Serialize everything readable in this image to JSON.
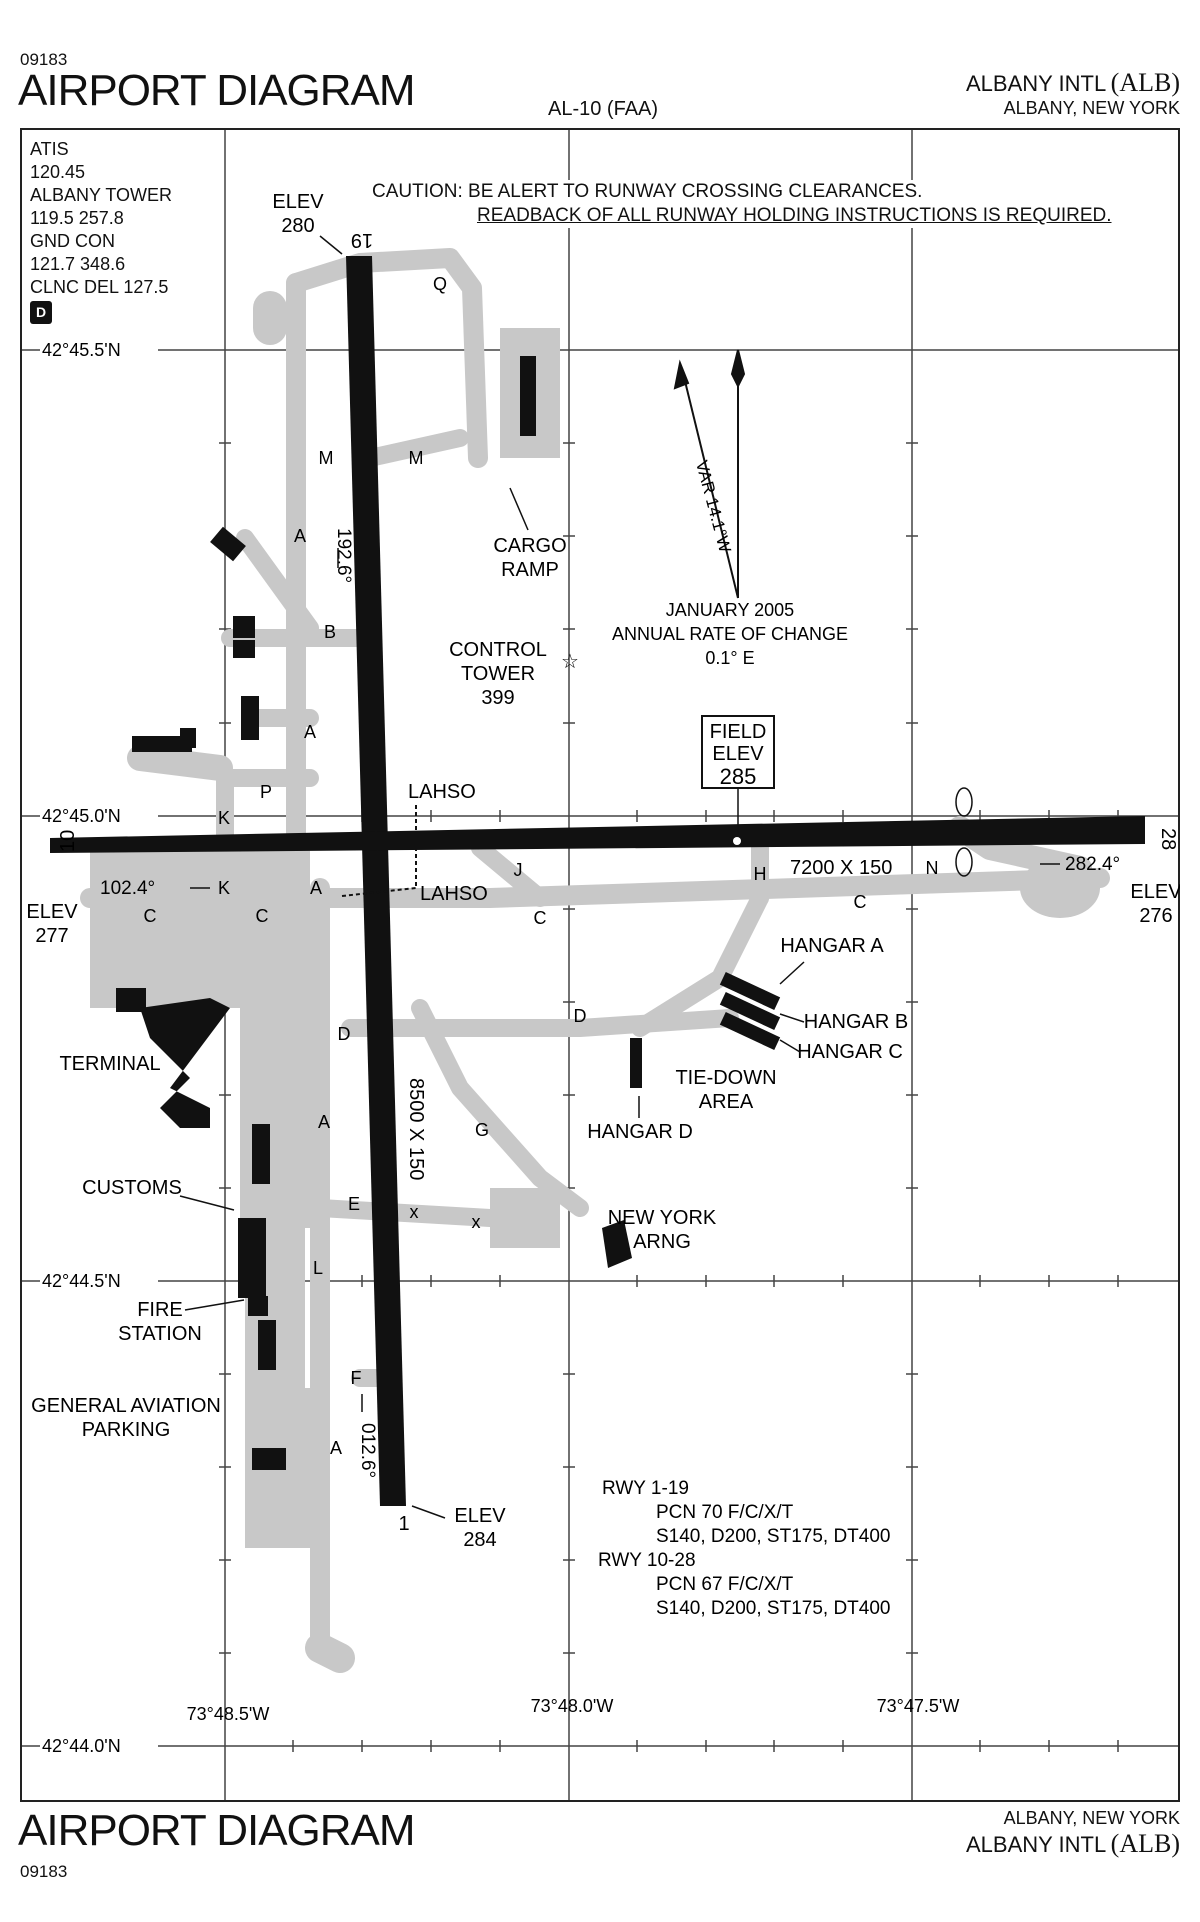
{
  "header": {
    "chart_code": "09183",
    "title": "AIRPORT DIAGRAM",
    "center_label": "AL-10 (FAA)",
    "airport_name": "ALBANY INTL",
    "airport_id": "(ALB)",
    "city": "ALBANY, NEW YORK"
  },
  "footer": {
    "title": "AIRPORT DIAGRAM",
    "chart_code": "09183",
    "city": "ALBANY, NEW YORK",
    "airport_name": "ALBANY INTL",
    "airport_id": "(ALB)"
  },
  "frequencies": {
    "atis_label": "ATIS",
    "atis_freq": "120.45",
    "tower_label": "ALBANY TOWER",
    "tower_freq": "119.5  257.8",
    "gnd_label": "GND CON",
    "gnd_freq": "121.7  348.6",
    "clnc": "CLNC DEL 127.5",
    "d_symbol": "D"
  },
  "caution": {
    "line1": "CAUTION: BE ALERT TO RUNWAY CROSSING CLEARANCES.",
    "line2": "READBACK OF ALL RUNWAY HOLDING INSTRUCTIONS IS REQUIRED."
  },
  "grid_labels": {
    "lat_455": "42°45.5'N",
    "lat_450": "42°45.0'N",
    "lat_445": "42°44.5'N",
    "lat_440": "42°44.0'N",
    "lon_4850": "73°48.5'W",
    "lon_4800": "73°48.0'W",
    "lon_4750": "73°47.5'W"
  },
  "runways": {
    "rwy19": {
      "number": "19",
      "elev_label": "ELEV",
      "elev": "280",
      "heading": "192.6°"
    },
    "rwy1": {
      "number": "1",
      "elev_label": "ELEV",
      "elev": "284",
      "heading": "012.6°"
    },
    "rwy10": {
      "number": "10",
      "elev_label": "ELEV",
      "elev": "277",
      "heading": "102.4°"
    },
    "rwy28": {
      "number": "28",
      "elev_label": "ELEV",
      "elev": "276",
      "heading": "282.4°"
    },
    "dims_1_19": "8500 X 150",
    "dims_10_28": "7200 X 150"
  },
  "field_elev": {
    "line1": "FIELD",
    "line2": "ELEV",
    "value": "285"
  },
  "variation": {
    "label": "VAR 14.1°W",
    "date": "JANUARY 2005",
    "rate_label": "ANNUAL RATE OF CHANGE",
    "rate": "0.1° E"
  },
  "facilities": {
    "cargo_1": "CARGO",
    "cargo_2": "RAMP",
    "tower_1": "CONTROL",
    "tower_2": "TOWER",
    "tower_3": "399",
    "terminal": "TERMINAL",
    "customs": "CUSTOMS",
    "fire_1": "FIRE",
    "fire_2": "STATION",
    "ga_1": "GENERAL AVIATION",
    "ga_2": "PARKING",
    "hangar_a": "HANGAR A",
    "hangar_b": "HANGAR B",
    "hangar_c": "HANGAR C",
    "hangar_d": "HANGAR D",
    "tiedown_1": "TIE-DOWN",
    "tiedown_2": "AREA",
    "ny_1": "NEW YORK",
    "ny_2": "ARNG",
    "lahso": "LAHSO"
  },
  "taxiways": {
    "A": "A",
    "B": "B",
    "C": "C",
    "D": "D",
    "E": "E",
    "F": "F",
    "G": "G",
    "H": "H",
    "J": "J",
    "K": "K",
    "L": "L",
    "M": "M",
    "N": "N",
    "P": "P",
    "Q": "Q",
    "X": "x"
  },
  "pcn": {
    "rwy_a": "RWY 1-19",
    "pcn_a": "PCN 70 F/C/X/T",
    "wt_a": "S140, D200, ST175, DT400",
    "rwy_b": "RWY 10-28",
    "pcn_b": "PCN 67 F/C/X/T",
    "wt_b": "S140, D200, ST175, DT400"
  }
}
